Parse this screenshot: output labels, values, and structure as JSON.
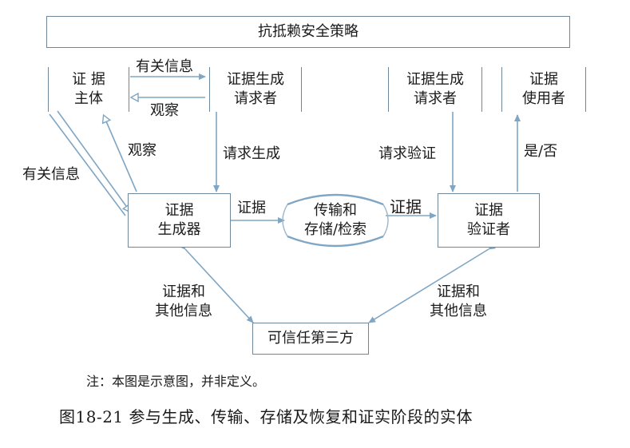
{
  "diagram": {
    "policy_box": "抗抵赖安全策略",
    "evidence_subject": [
      "证 据",
      "主体"
    ],
    "gen_requester_left": [
      "证据生成",
      "请求者"
    ],
    "verify_requester": [
      "证据生成",
      "请求者"
    ],
    "evidence_user": [
      "证据",
      "使用者"
    ],
    "evidence_generator": [
      "证据",
      "生成器"
    ],
    "transfer_store": [
      "传输和",
      "存储/检索"
    ],
    "evidence_verifier": [
      "证据",
      "验证者"
    ],
    "trusted_third_party": "可信任第三方",
    "labels": {
      "related_info_top": "有关信息",
      "observe_top": "观察",
      "observe_mid": "观察",
      "related_info_left": "有关信息",
      "request_generate": "请求生成",
      "request_verify": "请求验证",
      "yes_no": "是/否",
      "evidence_1": "证据",
      "evidence_2": "证据",
      "evidence_other_left": [
        "证据和",
        "其他信息"
      ],
      "evidence_other_right": [
        "证据和",
        "其他信息"
      ]
    }
  },
  "note": "注：本图是示意图，并非定义。",
  "caption": "图18-21   参与生成、传输、存储及恢复和证实阶段的实体",
  "colors": {
    "border": "#6f8799",
    "arrow": "#7fa6c4"
  }
}
